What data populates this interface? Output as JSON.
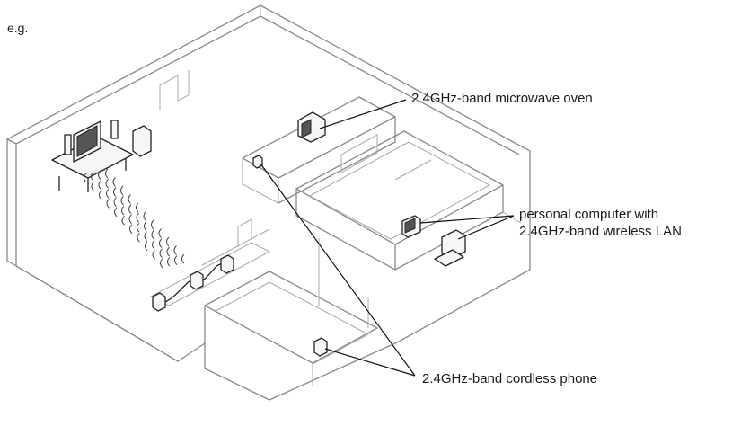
{
  "caption": "e.g.",
  "labels": {
    "microwave": "2.4GHz-band microwave oven",
    "pc_line1": "personal computer with",
    "pc_line2": "2.4GHz-band wireless LAN",
    "phone": "2.4GHz-band cordless phone"
  },
  "icons": [
    "tv-icon",
    "speaker-icon",
    "microwave-icon",
    "computer-icon",
    "cordless-phone-icon",
    "wireless-signal-icon"
  ],
  "colors": {
    "walls": "#8a8a8a",
    "lines": "#111111",
    "background": "#ffffff"
  }
}
